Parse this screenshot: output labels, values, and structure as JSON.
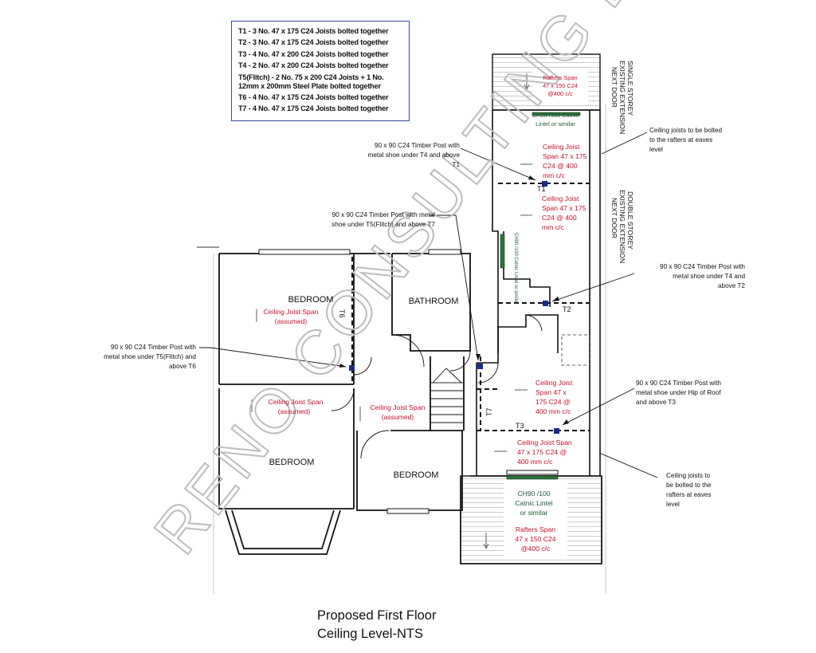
{
  "legend": [
    "T1 - 3 No. 47 x 175 C24  Joists bolted together",
    "T2 - 3 No. 47 x 175 C24  Joists bolted together",
    "T3 - 4 No. 47 x 200 C24  Joists bolted together",
    "T4 - 2 No. 47 x 200 C24  Joists bolted together",
    "T5(Flitch) - 2 No. 75 x 200 C24 Joists + 1 No. 12mm x 200mm Steel Plate bolted together",
    "T6 - 4 No. 47 x 175 C24 Joists bolted together",
    "T7 - 4 No. 47 x 175 C24 Joists bolted together"
  ],
  "title": {
    "line1": "Proposed First Floor",
    "line2": "Ceiling Level-NTS"
  },
  "watermark": "RENO CONSULTING LTD",
  "rooms": {
    "bedroom_top": "BEDROOM",
    "bathroom": "BATHROOM",
    "bedroom_left": "BEDROOM",
    "bedroom_mid": "BEDROOM"
  },
  "spans": {
    "bedroom_top": [
      "Ceiling Joist Span",
      "(assumed)"
    ],
    "bedroom_left": [
      "Ceiling Joist Span",
      "(assumed)"
    ],
    "landing": [
      "Ceiling Joist Span",
      "(assumed)"
    ],
    "ext_top": [
      "Ceiling Joist",
      "Span 47 x 175",
      "C24 @ 400",
      "mm c/c"
    ],
    "ext_mid": [
      "Ceiling Joist",
      "Span 47 x 175",
      "C24 @ 400",
      "mm c/c"
    ],
    "ext_low": [
      "Ceiling Joist",
      "Span 47 x",
      "175 C24 @",
      "400 mm c/c"
    ],
    "ext_bot": [
      "Ceiling Joist Span",
      "47 x 175 C24 @",
      "400 mm c/c"
    ]
  },
  "rafters_top": [
    "Rafters Span",
    "47 x 150 C24",
    "@400 c/c"
  ],
  "rafters_bottom": [
    "Rafters Span",
    "47 x 150 C24",
    "@400 c/c"
  ],
  "lintels": {
    "top": [
      "CH90 /100 Catnic",
      "Lintel or similar"
    ],
    "bottom": [
      "CH90 /100",
      "Catnic Lintel",
      "or similar"
    ],
    "side": "CH90 /100 Catnic Lintel or similar"
  },
  "beam_tags": {
    "t1": "T1",
    "t2": "T2",
    "t3": "T3",
    "t6": "T6",
    "t7": "T7"
  },
  "side_labels": {
    "single": [
      "SINGLE STOREY",
      "EXISTING EXTENSION",
      "NEXT DOOR"
    ],
    "double": [
      "DOUBLE STOREY",
      "EXISTING EXTENSION",
      "NEXT DOOR"
    ]
  },
  "notes": {
    "post_t4_t1": [
      "90 x 90 C24 Timber Post with",
      "metal shoe under T4 and above",
      "T1"
    ],
    "post_t5_t7": [
      "90 x 90 C24 Timber Post  with metal",
      "shoe under T5(Flitch) and above T7"
    ],
    "post_t5_t6": [
      "90 x 90 C24 Timber Post with",
      "metal shoe under T5(Flitch) and",
      "above T6"
    ],
    "post_t4_t2": [
      "90 x 90 C24 Timber Post with",
      "metal shoe under T4 and",
      "above T2"
    ],
    "post_hip_t3": [
      "90 x 90 C24 Timber Post with",
      "metal shoe under Hip of Roof",
      "and above T3"
    ],
    "eaves_top": [
      "Ceiling joists to be bolted",
      "to the rafters at eaves",
      "level"
    ],
    "eaves_bottom": [
      "Ceiling joists to",
      "be bolted to the",
      "rafters at eaves",
      "level"
    ]
  },
  "colors": {
    "red": "#c8102e",
    "blue": "#1a2a8c",
    "green": "#1f5a34",
    "line": "#111111"
  }
}
